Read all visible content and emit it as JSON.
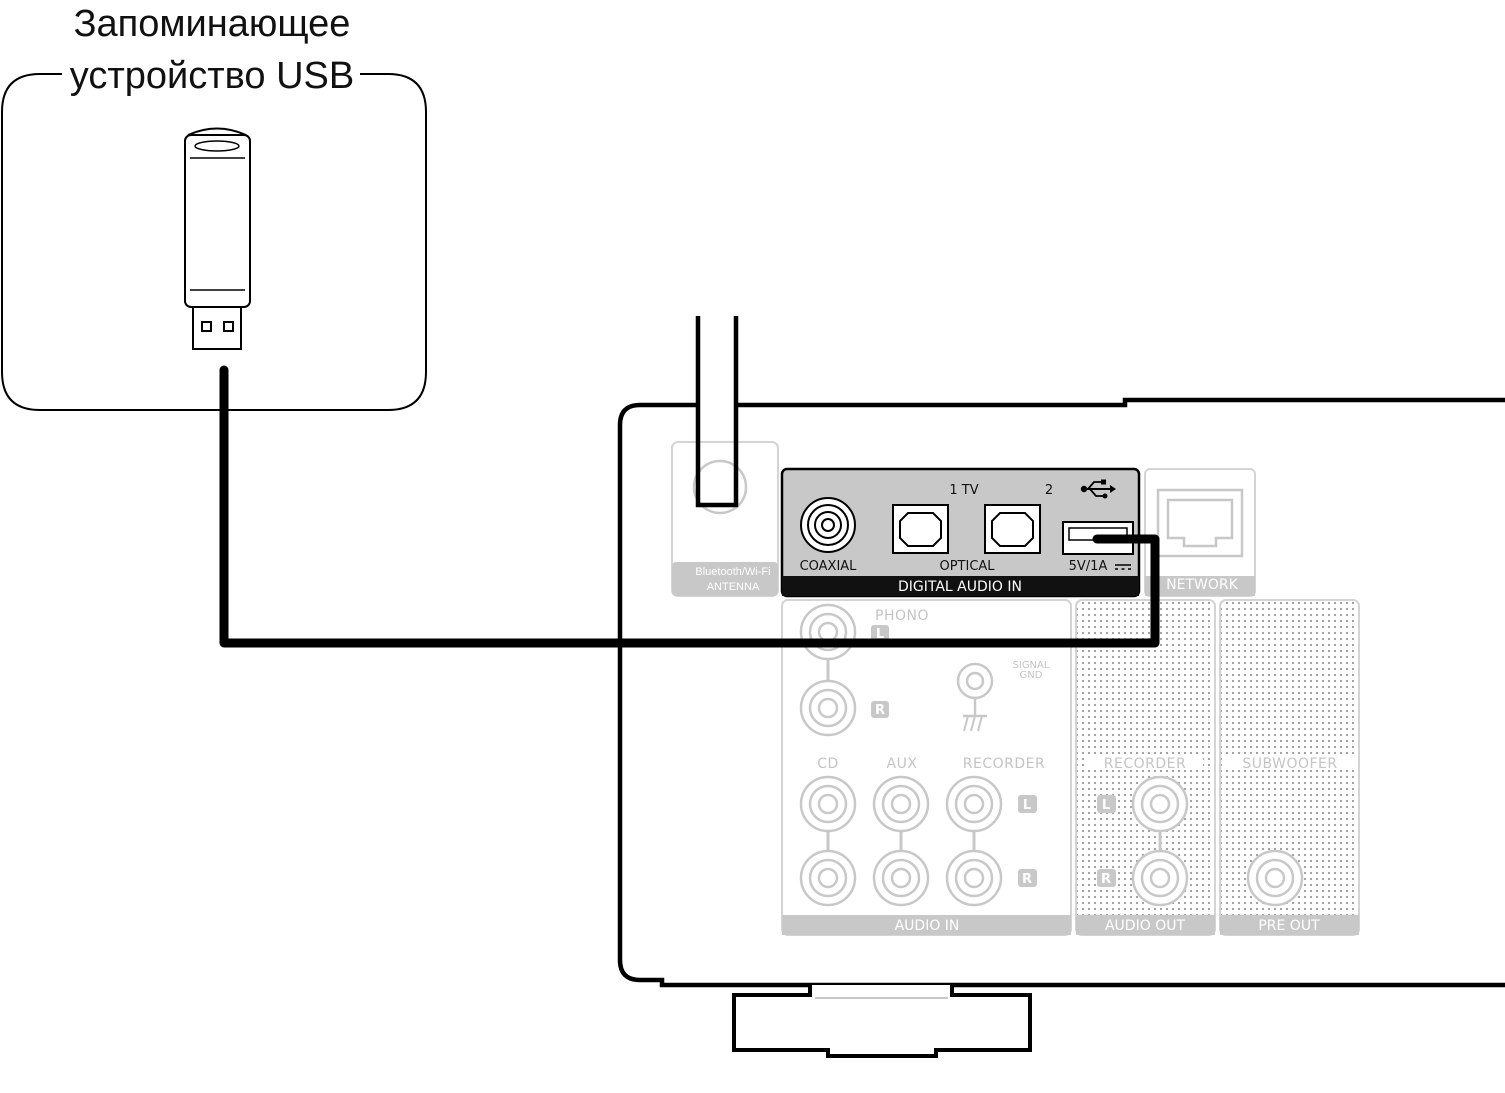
{
  "caption": {
    "line1": "Запоминающее",
    "line2": "устройство USB"
  },
  "antenna": {
    "line1": "Bluetooth/Wi-Fi",
    "line2": "ANTENNA"
  },
  "digital_panel": {
    "coaxial": "COAXIAL",
    "optical": "OPTICAL",
    "port1": "1 TV",
    "port2": "2",
    "usb_rating": "5V/1A",
    "title": "DIGITAL AUDIO IN"
  },
  "network": {
    "label": "NETWORK"
  },
  "audio_in": {
    "phono": "PHONO",
    "signal": "SIGNAL",
    "gnd": "GND",
    "cd": "CD",
    "aux": "AUX",
    "recorder": "RECORDER",
    "title": "AUDIO IN"
  },
  "audio_out": {
    "recorder": "RECORDER",
    "title": "AUDIO OUT"
  },
  "pre_out": {
    "subwoofer": "SUBWOOFER",
    "title": "PRE OUT"
  },
  "channels": {
    "left": "L",
    "right": "R"
  },
  "colors": {
    "outline": "#000000",
    "faded": "#c8c8c8",
    "panel": "#2b2b2b"
  }
}
